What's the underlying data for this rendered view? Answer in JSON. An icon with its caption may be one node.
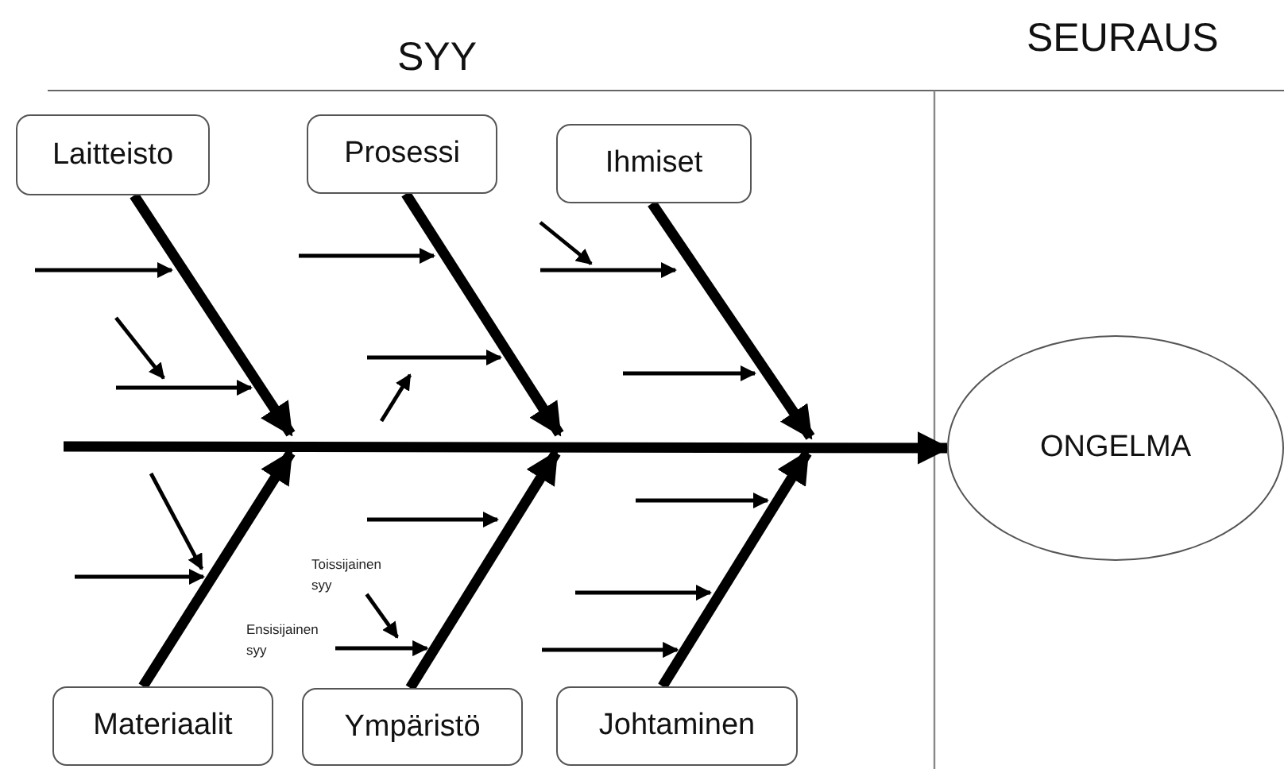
{
  "diagram": {
    "nodes": [
      {
        "text": [
          "Laitteisto"
        ]
      },
      {
        "text": [
          "Prosessi"
        ]
      },
      {
        "text": [
          "Ihmiset"
        ]
      },
      {
        "text": [
          "Materiaalit"
        ]
      },
      {
        "text": [
          "Ympäristö"
        ]
      },
      {
        "text": [
          "Johtaminen"
        ]
      },
      {
        "text": [
          "ONGELMA"
        ]
      },
      {
        "text": [
          "Toissijainen syy"
        ]
      },
      {
        "text": [
          "Ensisijainen syy"
        ]
      }
    ],
    "edges": [
      {
        "from": 0,
        "to": null,
        "arrow": "to"
      },
      {
        "from": 1,
        "to": null,
        "arrow": "to"
      },
      {
        "from": 2,
        "to": null,
        "arrow": "to"
      },
      {
        "from": 3,
        "to": null,
        "arrow": "to"
      },
      {
        "from": 4,
        "to": null,
        "arrow": "to"
      },
      {
        "from": 5,
        "to": null,
        "arrow": "to"
      },
      {
        "from": null,
        "to": 6,
        "arrow": "to"
      },
      {
        "from": 7,
        "to": null,
        "arrow": "to"
      },
      {
        "from": 8,
        "to": 4,
        "arrow": "to"
      },
      {
        "from": null,
        "to": 5,
        "arrow": "to"
      }
    ],
    "labels": [
      "SYY",
      "SEURAUS"
    ]
  }
}
